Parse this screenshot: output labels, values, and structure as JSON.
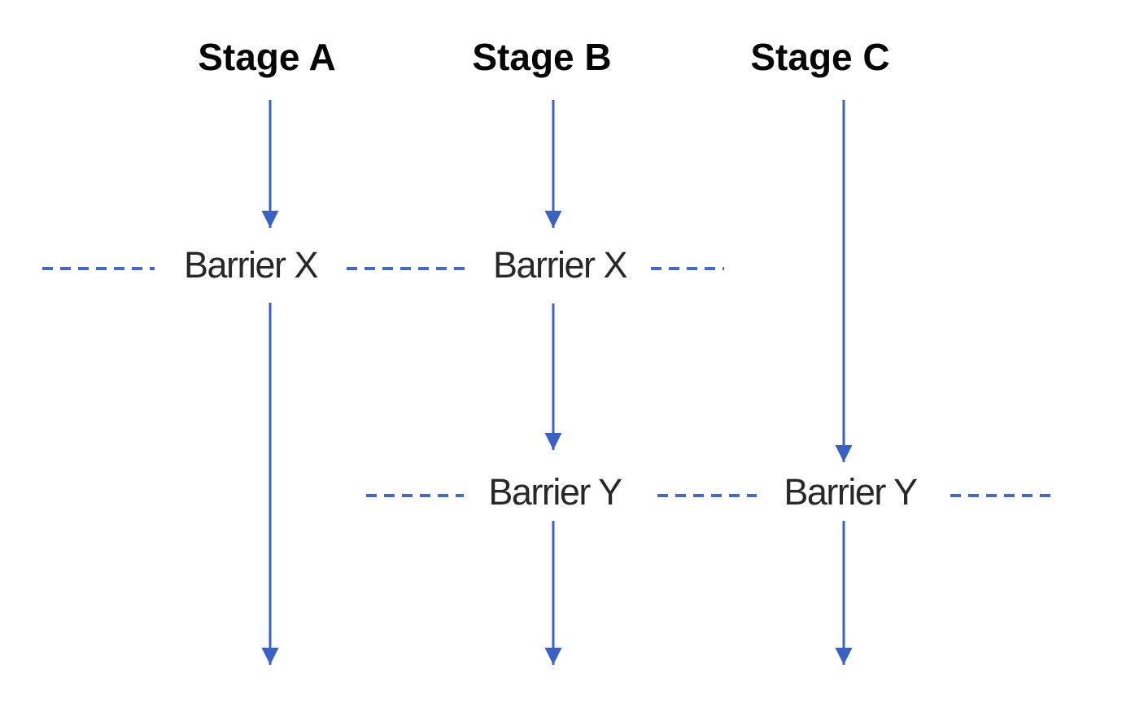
{
  "diagram": {
    "title_row": {
      "stages": [
        {
          "label": "Stage A"
        },
        {
          "label": "Stage B"
        },
        {
          "label": "Stage C"
        }
      ]
    },
    "barriers": {
      "x": {
        "label": "Barrier X",
        "occurrences": 2,
        "spans_stages": [
          "Stage A",
          "Stage B"
        ]
      },
      "y": {
        "label": "Barrier Y",
        "occurrences": 2,
        "spans_stages": [
          "Stage B",
          "Stage C"
        ]
      }
    },
    "colors": {
      "arrow_blue": "#3A62C4",
      "dash_blue": "#4369CE",
      "stage_text": "#050505",
      "barrier_text": "#282828",
      "background": "#FFFFFF"
    }
  }
}
